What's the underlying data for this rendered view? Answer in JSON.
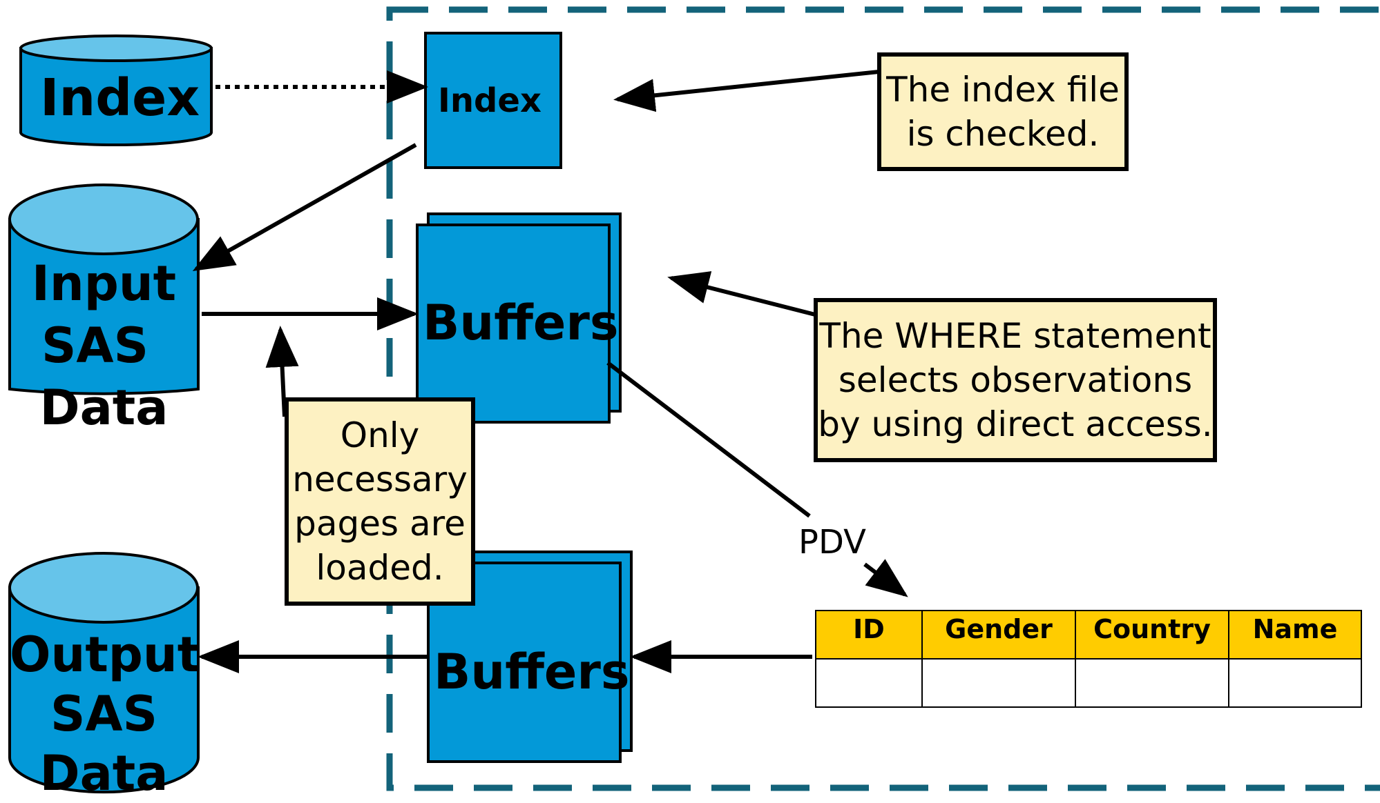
{
  "colors": {
    "cylinder_body": "#0399d8",
    "cylinder_top": "#66c4ea",
    "buffer_fill": "#0399d8",
    "boundary_dash": "#13637a",
    "note_fill": "#fdf1c2",
    "pdv_header": "#ffcc00"
  },
  "cylinders": {
    "index": "Index",
    "input": [
      "Input",
      "SAS",
      "Data"
    ],
    "output": [
      "Output",
      "SAS",
      "Data"
    ]
  },
  "memory": {
    "index_box": "Index",
    "input_buffers": "Buffers",
    "output_buffers": "Buffers"
  },
  "notes": {
    "index_checked": "The index file\nis checked.",
    "where_statement": "The WHERE statement\nselects observations\nby using direct access.",
    "pages_loaded": "Only\nnecessary\npages are\nloaded."
  },
  "pdv": {
    "label": "PDV",
    "columns": [
      "ID",
      "Gender",
      "Country",
      "Name"
    ]
  }
}
